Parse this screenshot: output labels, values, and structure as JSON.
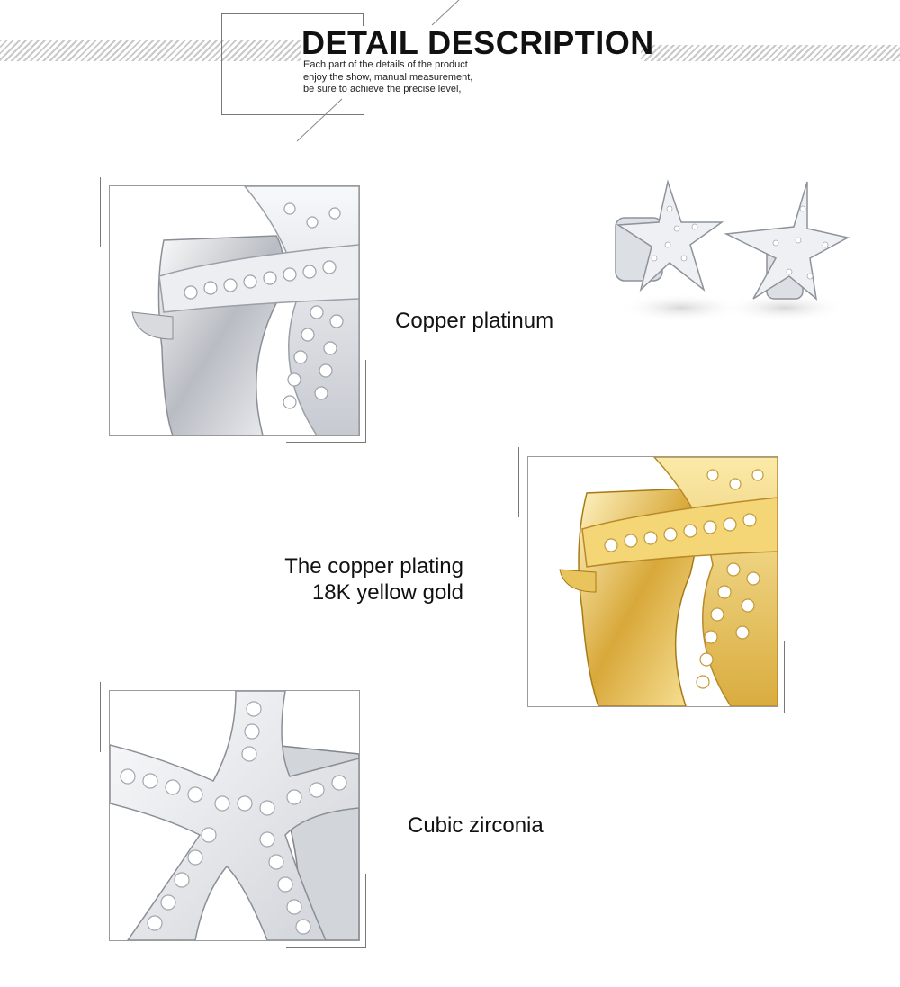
{
  "header": {
    "title": "DETAIL DESCRIPTION",
    "subtitle_lines": [
      "Each part of the details of the product",
      "enjoy the show, manual measurement,",
      "be sure to achieve the precise level,"
    ]
  },
  "sections": [
    {
      "caption_lines": [
        "Copper platinum"
      ],
      "metal": "silver"
    },
    {
      "caption_lines": [
        "The copper plating",
        "18K yellow gold"
      ],
      "metal": "gold"
    },
    {
      "caption_lines": [
        "Cubic zirconia"
      ],
      "metal": "silver"
    }
  ],
  "colors": {
    "silver_light": "#f4f4f6",
    "silver_mid": "#c9ccd3",
    "silver_dark": "#7d818a",
    "gold_light": "#fbeaa8",
    "gold_mid": "#e6bf4c",
    "gold_dark": "#a77a16",
    "stone": "#ffffff"
  }
}
